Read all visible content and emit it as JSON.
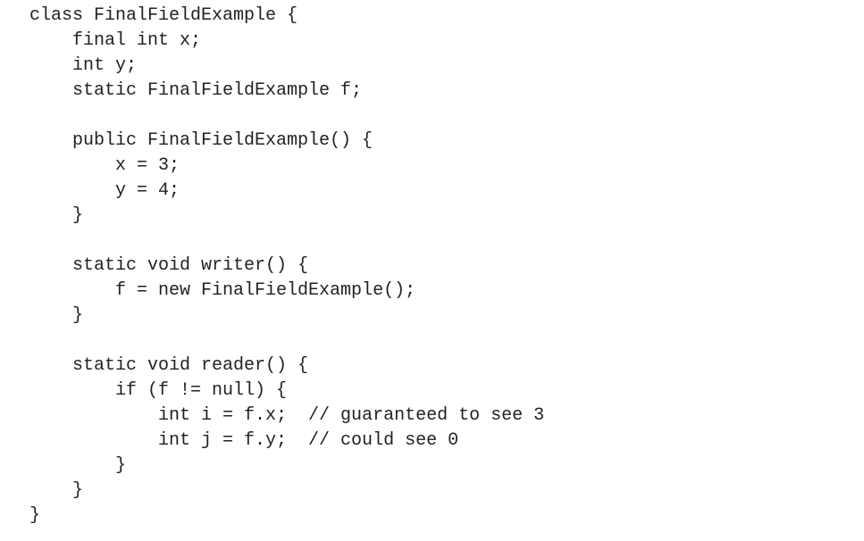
{
  "code": {
    "lines": [
      "class FinalFieldExample {",
      "    final int x;",
      "    int y;",
      "    static FinalFieldExample f;",
      "",
      "    public FinalFieldExample() {",
      "        x = 3;",
      "        y = 4;",
      "    }",
      "",
      "    static void writer() {",
      "        f = new FinalFieldExample();",
      "    }",
      "",
      "    static void reader() {",
      "        if (f != null) {",
      "            int i = f.x;  // guaranteed to see 3",
      "            int j = f.y;  // could see 0",
      "        }",
      "    }",
      "}"
    ]
  }
}
